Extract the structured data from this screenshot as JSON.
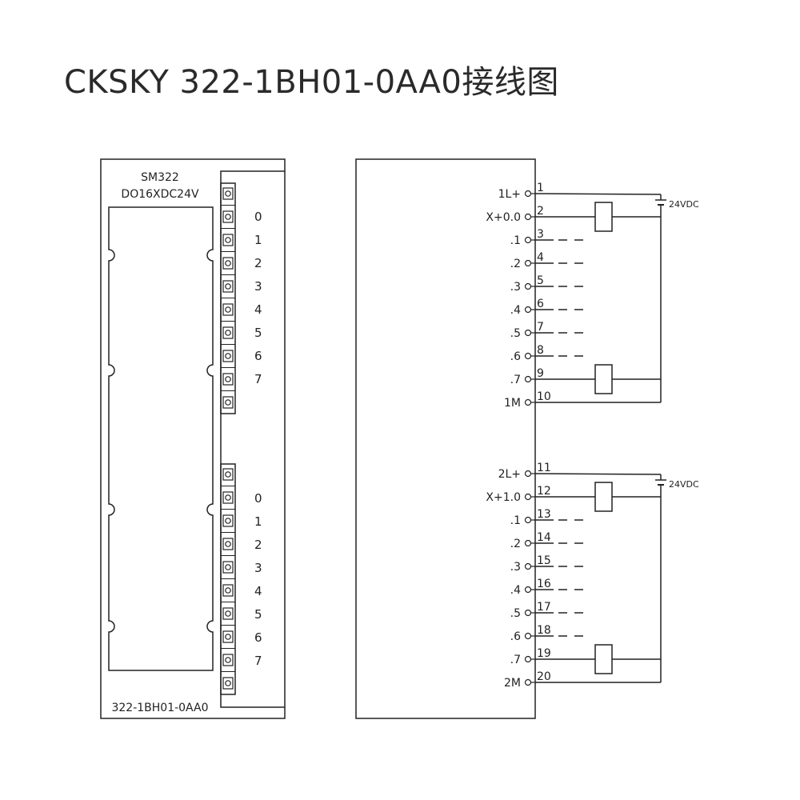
{
  "title": "CKSKY  322-1BH01-0AA0接线图",
  "module": {
    "name": "SM322",
    "type": "DO16XDC24V",
    "part_number": "322-1BH01-0AA0",
    "group1_channels": [
      "0",
      "1",
      "2",
      "3",
      "4",
      "5",
      "6",
      "7"
    ],
    "group2_channels": [
      "0",
      "1",
      "2",
      "3",
      "4",
      "5",
      "6",
      "7"
    ]
  },
  "wiring": {
    "supply_label": "24VDC",
    "groups": [
      {
        "terminals": [
          {
            "label": "1L+",
            "number": "1"
          },
          {
            "label": "X+0.0",
            "number": "2"
          },
          {
            "label": ".1",
            "number": "3"
          },
          {
            "label": ".2",
            "number": "4"
          },
          {
            "label": ".3",
            "number": "5"
          },
          {
            "label": ".4",
            "number": "6"
          },
          {
            "label": ".5",
            "number": "7"
          },
          {
            "label": ".6",
            "number": "8"
          },
          {
            "label": ".7",
            "number": "9"
          },
          {
            "label": "1M",
            "number": "10"
          }
        ]
      },
      {
        "terminals": [
          {
            "label": "2L+",
            "number": "11"
          },
          {
            "label": "X+1.0",
            "number": "12"
          },
          {
            "label": ".1",
            "number": "13"
          },
          {
            "label": ".2",
            "number": "14"
          },
          {
            "label": ".3",
            "number": "15"
          },
          {
            "label": ".4",
            "number": "16"
          },
          {
            "label": ".5",
            "number": "17"
          },
          {
            "label": ".6",
            "number": "18"
          },
          {
            "label": ".7",
            "number": "19"
          },
          {
            "label": "2M",
            "number": "20"
          }
        ]
      }
    ]
  }
}
